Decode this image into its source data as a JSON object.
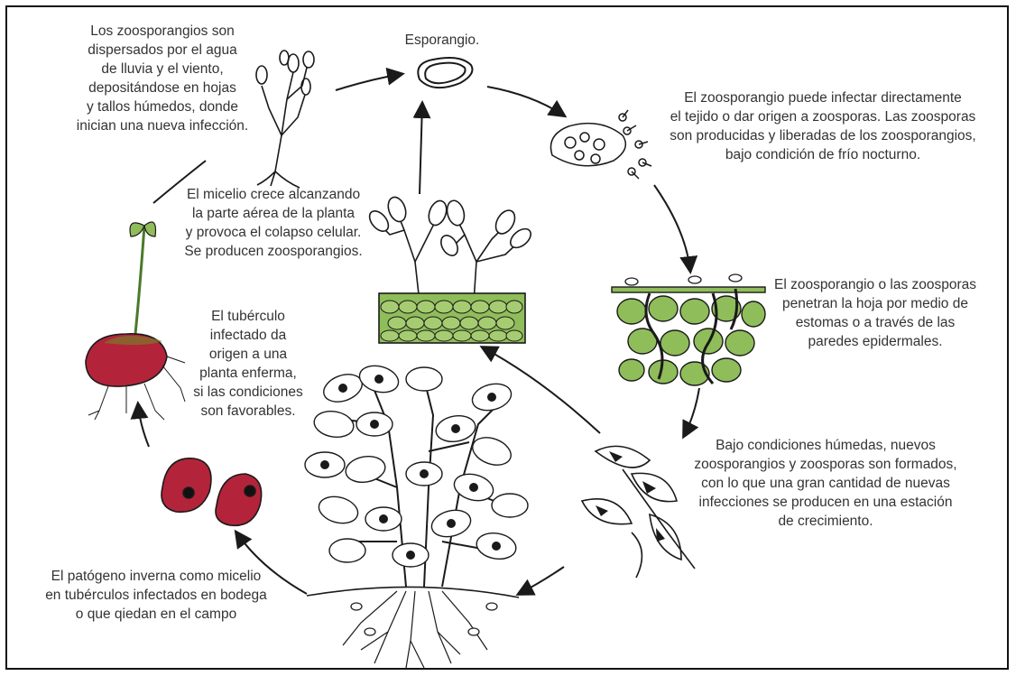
{
  "labels": {
    "dispersion": "Los zoosporangios son\ndispersados por el agua\nde lluvia y el viento,\ndepositándose en hojas\ny tallos húmedos, donde\ninician una nueva infección.",
    "esporangio": "Esporangio.",
    "infect_direct": "El zoosporangio puede infectar directamente\nel tejido o dar origen a zoosporas. Las zoosporas\nson producidas y liberadas de los zoosporangios,\nbajo condición de frío nocturno.",
    "mycelium_grows": "El micelio crece alcanzando\nla parte aérea de la planta\ny provoca el colapso celular.\nSe producen zoosporangios.",
    "penetrate": "El zoosporangio o las zoosporas\npenetran la hoja por medio de\nestomas o a través de las\nparedes epidermales.",
    "tuber_infected": "El tubérculo\ninfectado da\norigen a una\nplanta enferma,\nsi las condiciones\nson favorables.",
    "humid": "Bajo condiciones húmedas, nuevos\nzoosporangios y zoosporas son formados,\ncon lo que una gran cantidad de nuevas\ninfecciones se producen en una estación\nde crecimiento.",
    "overwinter": "El patógeno inverna como micelio\nen tubérculos infectados en bodega\no que qiedan en el campo"
  },
  "colors": {
    "tissue_green": "#8fbd5a",
    "tuber_red": "#b3243a",
    "outline": "#1a1a1a"
  }
}
